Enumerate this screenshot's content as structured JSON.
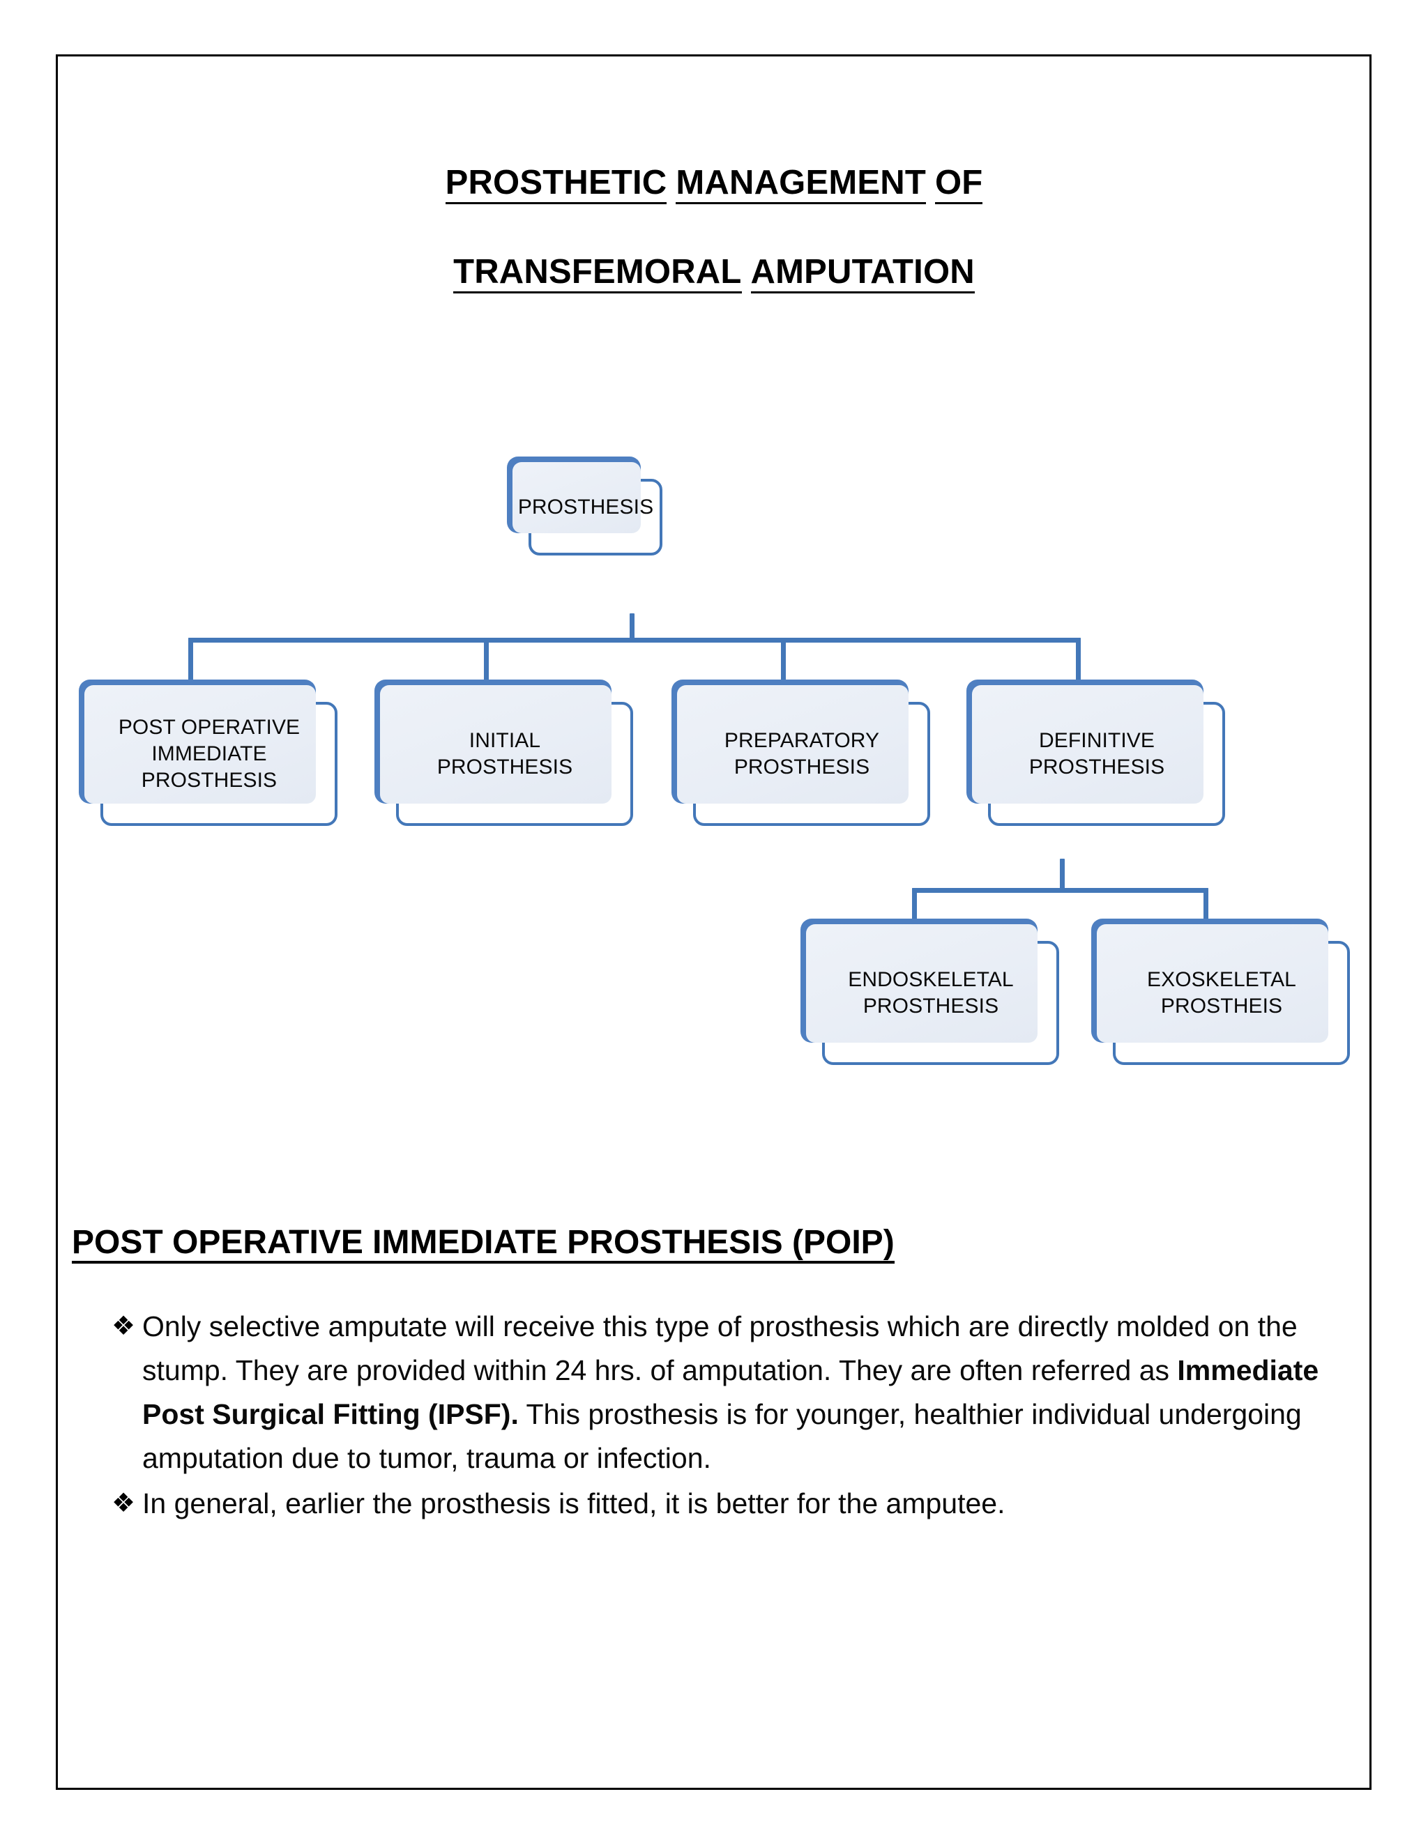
{
  "document": {
    "title_lines": [
      {
        "words": [
          "PROSTHETIC",
          "MANAGEMENT",
          "OF"
        ]
      },
      {
        "words": [
          "TRANSFEMORAL",
          "AMPUTATION"
        ]
      }
    ],
    "title_line_1_text": "PROSTHETIC MANAGEMENT OF",
    "title_line_2_text": "TRANSFEMORAL AMPUTATION"
  },
  "flowchart": {
    "accent_color": "#4E7FC1",
    "border_color": "#4377B8",
    "fill_color": "#EEF2F8",
    "root": {
      "label": "PROSTHESIS"
    },
    "level_two": [
      {
        "label": "POST OPERATIVE\nIMMEDIATE\nPROSTHESIS"
      },
      {
        "label": "INITIAL\nPROSTHESIS"
      },
      {
        "label": "PREPARATORY\nPROSTHESIS"
      },
      {
        "label": "DEFINITIVE\nPROSTHESIS"
      }
    ],
    "level_three": [
      {
        "label": "ENDOSKELETAL\nPROSTHESIS"
      },
      {
        "label": "EXOSKELETAL\nPROSTHEIS"
      }
    ]
  },
  "section": {
    "heading": "POST OPERATIVE IMMEDIATE PROSTHESIS (POIP)",
    "bullet_glyph": "❖",
    "bullets": [
      {
        "parts": [
          {
            "text": "Only selective amputate will receive this type of prosthesis which are directly molded on the stump. They are provided within 24 hrs. of amputation. They are often referred as ",
            "bold": false
          },
          {
            "text": "Immediate Post Surgical Fitting (IPSF).",
            "bold": true
          },
          {
            "text": " This prosthesis is for younger, healthier individual undergoing amputation due to tumor, trauma or infection.",
            "bold": false
          }
        ]
      },
      {
        "parts": [
          {
            "text": "In general, earlier the prosthesis is fitted, it is better for the amputee.",
            "bold": false
          }
        ]
      }
    ]
  }
}
